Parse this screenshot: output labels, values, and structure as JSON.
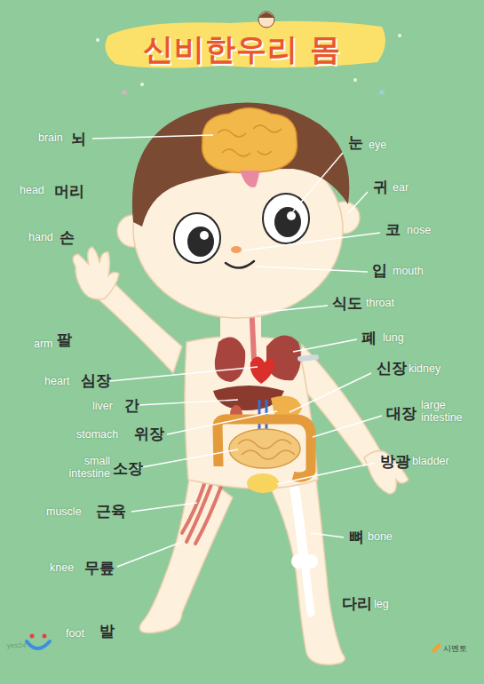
{
  "diagram": {
    "title": "신비한우리 몸",
    "labels": [
      "brain",
      "뇌",
      "눈",
      "eye",
      "head",
      "머리",
      "귀",
      "ear",
      "hand",
      "손",
      "코",
      "nose",
      "입",
      "mouth",
      "식도",
      "throat",
      "arm",
      "팔",
      "폐",
      "lung",
      "신장",
      "kidney",
      "heart",
      "심장",
      "liver",
      "간",
      "대장",
      "large intestine",
      "stomach",
      "위장",
      "방광",
      "bladder",
      "small intestine",
      "소장",
      "muscle",
      "근육",
      "뼈",
      "bone",
      "knee",
      "무릎",
      "다리",
      "leg",
      "foot",
      "발",
      "yes24",
      "시멘토"
    ]
  }
}
